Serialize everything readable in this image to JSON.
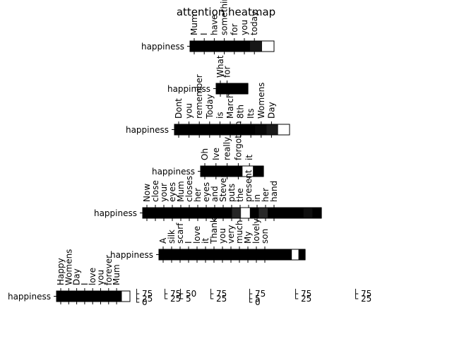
{
  "chart_data": {
    "type": "heatmap",
    "title": "attention heatmap",
    "colormap": "black-to-white",
    "value_range": [
      0,
      1
    ],
    "row_label": "happiness",
    "stray_tick_texts": [
      "75",
      "25",
      "75",
      "25",
      "50",
      "5",
      "75",
      "25",
      "75",
      "5",
      "75",
      "25",
      "75",
      "25",
      "0",
      "0"
    ],
    "rows": [
      {
        "tokens": [
          "Mum",
          "I",
          "have",
          "something",
          "for",
          "you",
          "today"
        ],
        "values": [
          0.0,
          0.0,
          0.0,
          0.0,
          0.0,
          0.09,
          1.0
        ]
      },
      {
        "tokens": [
          "What",
          "for"
        ],
        "values": [
          0.0,
          0.0
        ]
      },
      {
        "tokens": [
          "Dont",
          "you",
          "remember",
          "Today",
          "is",
          "March",
          "8th",
          "Its",
          "Womens",
          "Day"
        ],
        "values": [
          0.0,
          0.0,
          0.0,
          0.0,
          0.0,
          0.0,
          0.0,
          0.03,
          0.1,
          1.0
        ]
      },
      {
        "tokens": [
          "Oh",
          "Ive",
          "really",
          "forgotten",
          "it"
        ],
        "values": [
          0.0,
          0.0,
          0.0,
          0.0,
          1.0,
          0.0
        ]
      },
      {
        "tokens": [
          "Now",
          "close",
          "your",
          "eyes",
          "Mum",
          "closes",
          "her",
          "eyes",
          "and",
          "Steven",
          "puts",
          "the",
          "present",
          "in",
          "her",
          "hand"
        ],
        "values": [
          0.0,
          0.0,
          0.0,
          0.0,
          0.0,
          0.0,
          0.0,
          0.0,
          0.0,
          0.0,
          0.15,
          1.0,
          0.0,
          0.16,
          0.0,
          0.0,
          0.0,
          0.0,
          0.06,
          0.0
        ]
      },
      {
        "tokens": [
          "A",
          "silk",
          "scarf",
          "I",
          "love",
          "it",
          "Thank",
          "you",
          "very",
          "much",
          "My",
          "lovely",
          "son"
        ],
        "values": [
          0.0,
          0.0,
          0.0,
          0.0,
          0.0,
          0.0,
          0.0,
          0.0,
          0.0,
          0.0,
          0.0,
          0.0,
          0.0,
          0.0,
          0.0,
          0.0,
          0.0,
          0.0,
          0.0,
          0.0,
          1.0,
          0.0
        ]
      },
      {
        "tokens": [
          "Happy",
          "Womens",
          "Day",
          "I",
          "love",
          "you",
          "forever",
          "Mum"
        ],
        "values": [
          0.0,
          0.0,
          0.0,
          0.0,
          0.0,
          0.0,
          0.0,
          0.0,
          1.0
        ]
      }
    ]
  }
}
